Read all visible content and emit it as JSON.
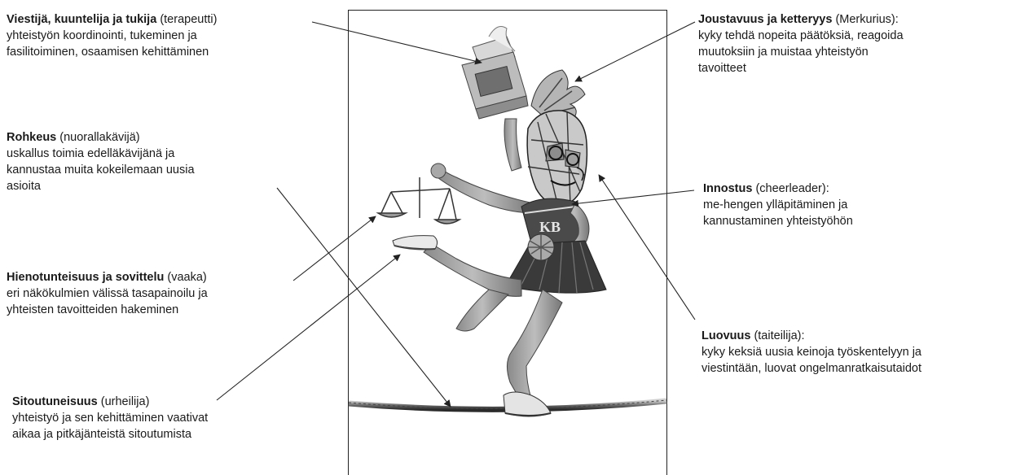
{
  "roles": [
    {
      "id": "viestija",
      "title": "Viestijä, kuuntelija ja tukija",
      "role": "(terapeutti)",
      "lines": [
        "yhteistyön koordinointi, tukeminen ja",
        "fasilitoiminen, osaamisen kehittäminen"
      ]
    },
    {
      "id": "rohkeus",
      "title": "Rohkeus",
      "role": "(nuorallakävijä)",
      "lines": [
        "uskallus toimia edelläkävijänä ja",
        "kannustaa muita kokeilemaan uusia",
        "asioita"
      ]
    },
    {
      "id": "hienotunteisuus",
      "title": "Hienotunteisuus ja sovittelu",
      "role": "(vaaka)",
      "lines": [
        "eri näkökulmien välissä tasapainoilu ja",
        "yhteisten tavoitteiden hakeminen"
      ]
    },
    {
      "id": "sitoutuneisuus",
      "title": "Sitoutuneisuus",
      "role": "(urheilija)",
      "lines": [
        "yhteistyö ja sen kehittäminen vaativat",
        "aikaa ja pitkäjänteistä sitoutumista"
      ]
    },
    {
      "id": "joustavuus",
      "title": "Joustavuus ja ketteryys",
      "role": "(Merkurius):",
      "lines": [
        "kyky tehdä nopeita päätöksiä, reagoida",
        "muutoksiin ja muistaa yhteistyön",
        "tavoitteet"
      ]
    },
    {
      "id": "innostus",
      "title": "Innostus",
      "role": "(cheerleader):",
      "lines": [
        "me-hengen ylläpitäminen ja",
        "kannustaminen yhteistyöhön"
      ]
    },
    {
      "id": "luovuus",
      "title": "Luovuus",
      "role": "(taiteilija):",
      "lines": [
        "kyky keksiä uusia keinoja työskentelyyn ja",
        "viestintään, luovat ongelmanratkaisutaidot"
      ]
    }
  ],
  "figure": {
    "jersey_text": "KB"
  }
}
